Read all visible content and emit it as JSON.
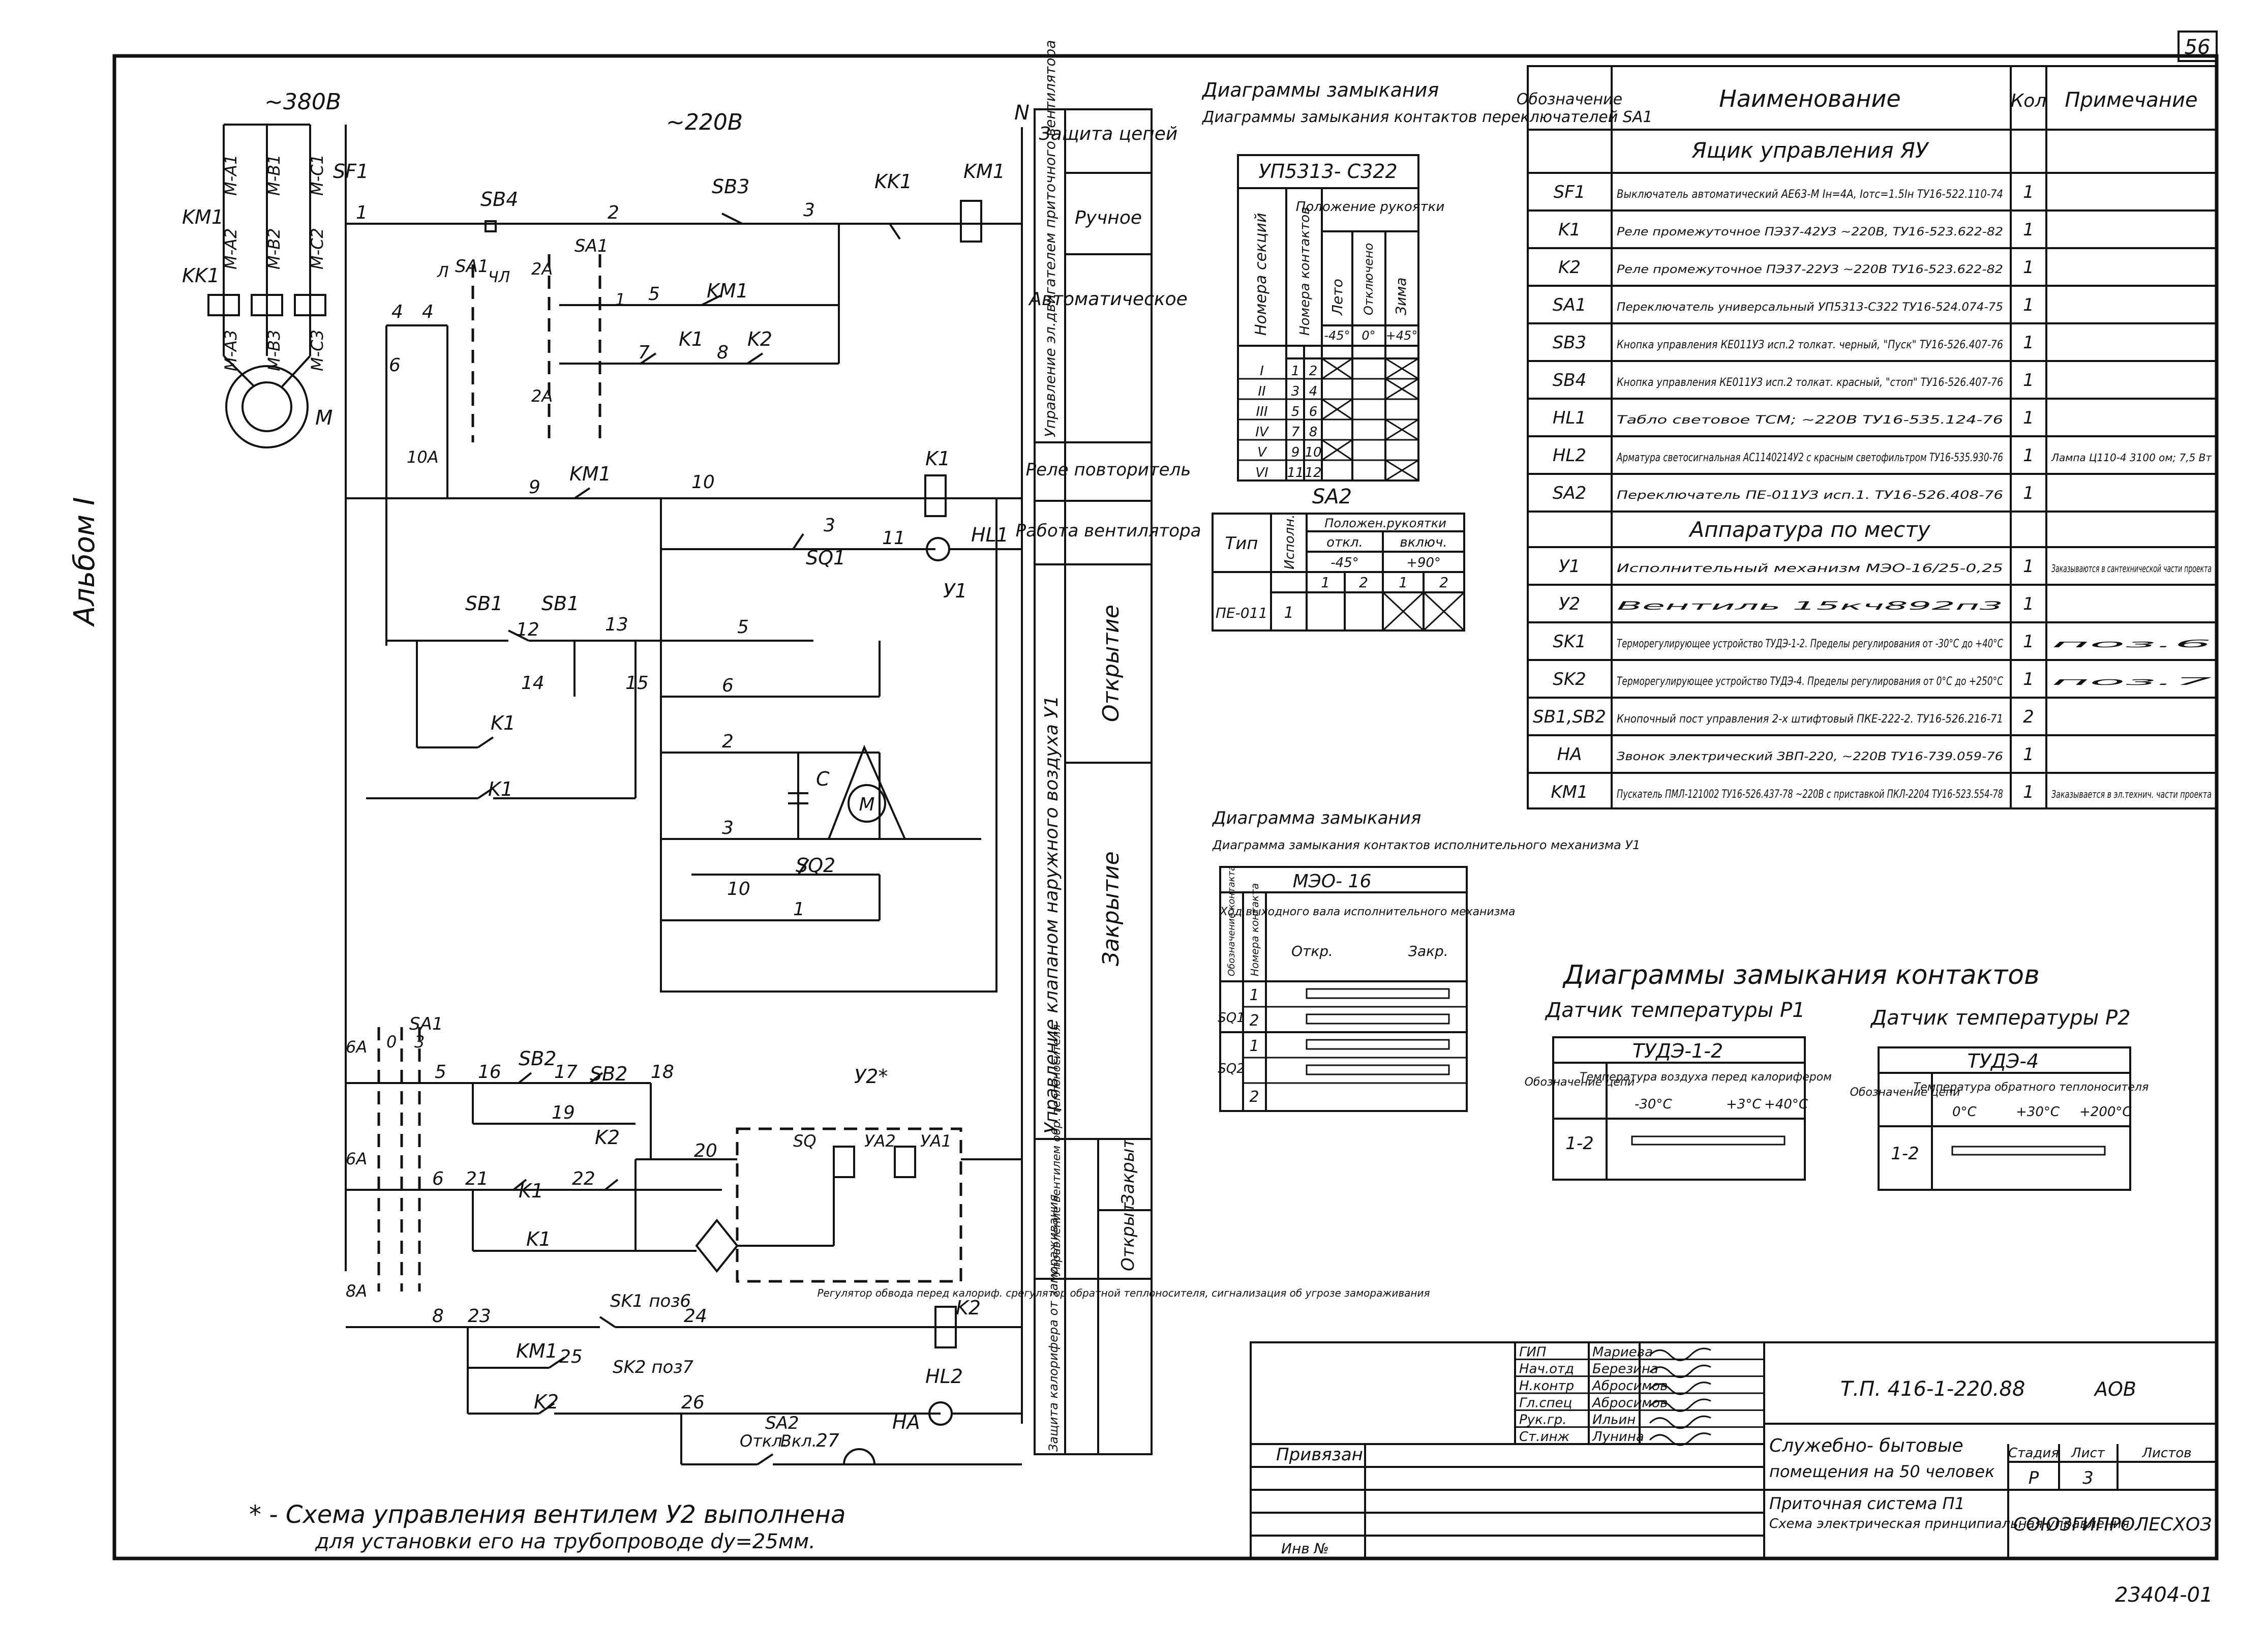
{
  "sheet": {
    "page_no": "56",
    "album": "Альбом I",
    "doc_code": "Т.П. 416-1-220.88",
    "section": "АОВ",
    "stamp_no": "23404-01",
    "footnote_1": "* - Схема управления вентилем У2 выполнена",
    "footnote_2": "для установки его на трубопроводе dу=25мм."
  },
  "schematic": {
    "supply_3ph": "~380В",
    "supply_1ph": "~220В",
    "neutral": "N",
    "motor": "M",
    "motor_small": "M",
    "labels": [
      "SF1",
      "KM1",
      "KK1",
      "SB4",
      "SB3",
      "KK1",
      "KM1",
      "SA1",
      "SA1",
      "KM1",
      "K1",
      "K2",
      "KM1",
      "K1",
      "SQ1",
      "HL1",
      "У1",
      "SB1",
      "SB1",
      "K1",
      "K1",
      "C",
      "SQ2",
      "SA1",
      "SB2",
      "SB2",
      "K2",
      "K1",
      "K1",
      "У2*",
      "SQ",
      "УА2",
      "УА1",
      "SK1 поз6",
      "K2",
      "KM1",
      "SK2 поз7",
      "K2",
      "HL2",
      "SA2",
      "Откл.",
      "Вкл.",
      "НА"
    ],
    "phase_terms": [
      "М-А1",
      "М-В1",
      "М-С1",
      "М-А2",
      "М-В2",
      "М-С2",
      "М-А3",
      "М-В3",
      "М-С3"
    ],
    "wire_numbers": [
      "1",
      "2",
      "3",
      "4",
      "4",
      "5",
      "6",
      "7",
      "8",
      "9",
      "10",
      "11",
      "12",
      "13",
      "14",
      "15",
      "6",
      "5",
      "2",
      "3",
      "10",
      "1",
      "5",
      "16",
      "17",
      "18",
      "19",
      "20",
      "21",
      "22",
      "6",
      "8",
      "23",
      "24",
      "25",
      "26",
      "27",
      "3",
      "2А",
      "10А",
      "6А",
      "6А",
      "8А",
      "Л",
      "ЧЛ",
      "2А",
      "1",
      "0",
      "3"
    ]
  },
  "function_column": {
    "sections": [
      "Защита цепей",
      "Ручное",
      "Автоматическое",
      "Реле повторитель",
      "Работа вентилятора",
      "Открытие",
      "Закрытие",
      "Закрыт",
      "Открыт",
      "Регулятор обвода перед калориф. срегулятор обратной теплоносителя, сигнализация об угрозе замораживания"
    ],
    "rotated": [
      "Управление эл.двигателем приточного вентилятора",
      "Управление клапаном наружного воздуха У1",
      "Управление вентилем обр. теплоносителя",
      "Защита калорифера от замораживания"
    ]
  },
  "sa1_diagram": {
    "title": "Диаграммы замыкания контактов переключателей SA1",
    "model": "УП5313- С322",
    "col_sections": "Номера секций",
    "col_contacts": "Номера контактов",
    "col_position": "Положение рукоятки",
    "positions": [
      "Лето",
      "Отключено",
      "Зима"
    ],
    "angles": [
      "-45°",
      "0°",
      "+45°"
    ],
    "rows": [
      {
        "sec": "I",
        "c1": "1",
        "c2": "2"
      },
      {
        "sec": "II",
        "c1": "3",
        "c2": "4"
      },
      {
        "sec": "III",
        "c1": "5",
        "c2": "6"
      },
      {
        "sec": "IV",
        "c1": "7",
        "c2": "8"
      },
      {
        "sec": "V",
        "c1": "9",
        "c2": "10"
      },
      {
        "sec": "VI",
        "c1": "11",
        "c2": "12"
      }
    ]
  },
  "sa2_diagram": {
    "title": "SA2",
    "col_type": "Тип",
    "col_exec": "Исполн.",
    "col_pos": "Положен.рукоятки",
    "off": "откл.",
    "on": "включ.",
    "a1": "-45°",
    "a2": "+90°",
    "row_type": "ПЕ-011",
    "row_exec": "1",
    "nums": [
      "1",
      "2",
      "1",
      "2"
    ]
  },
  "actuator_diagram": {
    "title": "Диаграмма замыкания контактов исполнительного механизма У1",
    "model": "МЭО- 16",
    "col_a": "Обозначение контакта",
    "col_b": "Номера контакта",
    "col_c": "Ход выходного вала исполнительного механизма",
    "open": "Откр.",
    "close": "Закр.",
    "rows": [
      {
        "dev": "SQ1",
        "n": "1"
      },
      {
        "dev": "",
        "n": "2"
      },
      {
        "dev": "SQ2",
        "n": "1"
      },
      {
        "dev": "",
        "n": "2"
      }
    ]
  },
  "sensor_diagrams": {
    "title": "Диаграммы замыкания контактов",
    "s1": {
      "caption": "Датчик температуры Р1",
      "model": "ТУДЭ-1-2",
      "col_a": "Обозначение цепи",
      "col_b": "Температура воздуха перед калорифером",
      "t": [
        "-30°С",
        "+3°С",
        "+40°С"
      ],
      "row": "1-2"
    },
    "s2": {
      "caption": "Датчик температуры Р2",
      "model": "ТУДЭ-4",
      "col_a": "Обозначение цепи",
      "col_b": "Температура обратного теплоносителя",
      "t": [
        "0°С",
        "+30°С",
        "+200°С"
      ],
      "row": "1-2"
    }
  },
  "parts_list": {
    "headers": {
      "ref": "Обозначение",
      "name": "Наименование",
      "qty": "Кол",
      "note": "Примечание"
    },
    "group1": "Ящик управления ЯУ",
    "group2": "Аппаратура по месту",
    "rows1": [
      {
        "ref": "SF1",
        "name": "Выключатель автоматический АЕ63-М Iн=4А, Iотс=1.5Iн ТУ16-522.110-74",
        "qty": "1",
        "note": ""
      },
      {
        "ref": "K1",
        "name": "Реле промежуточное ПЭ37-42УЗ ~220В, ТУ16-523.622-82",
        "qty": "1",
        "note": ""
      },
      {
        "ref": "K2",
        "name": "Реле промежуточное ПЭ37-22УЗ ~220В ТУ16-523.622-82",
        "qty": "1",
        "note": ""
      },
      {
        "ref": "SA1",
        "name": "Переключатель универсальный УП5313-С322 ТУ16-524.074-75",
        "qty": "1",
        "note": ""
      },
      {
        "ref": "SB3",
        "name": "Кнопка управления КЕ011УЗ исп.2 толкат. черный, \"Пуск\" ТУ16-526.407-76",
        "qty": "1",
        "note": ""
      },
      {
        "ref": "SB4",
        "name": "Кнопка управления КЕ011УЗ исп.2 толкат. красный, \"стоп\" ТУ16-526.407-76",
        "qty": "1",
        "note": ""
      },
      {
        "ref": "HL1",
        "name": "Табло световое ТСМ; ~220В ТУ16-535.124-76",
        "qty": "1",
        "note": ""
      },
      {
        "ref": "HL2",
        "name": "Арматура светосигнальная АС1140214У2 с красным светофильтром ТУ16-535.930-76",
        "qty": "1",
        "note": "Лампа Ц110-4 3100 ом; 7,5 Вт"
      },
      {
        "ref": "SA2",
        "name": "Переключатель ПЕ-011УЗ исп.1. ТУ16-526.408-76",
        "qty": "1",
        "note": ""
      }
    ],
    "rows2": [
      {
        "ref": "У1",
        "name": "Исполнительный механизм МЭО-16/25-0,25",
        "qty": "1",
        "note": "Заказываются в сантехнической части проекта"
      },
      {
        "ref": "У2",
        "name": "Вентиль 15кч892п3",
        "qty": "1",
        "note": ""
      },
      {
        "ref": "SK1",
        "name": "Терморегулирующее устройство ТУДЭ-1-2. Пределы регулирования от -30°С до +40°С",
        "qty": "1",
        "note": "поз.6"
      },
      {
        "ref": "SK2",
        "name": "Терморегулирующее устройство ТУДЭ-4. Пределы регулирования от 0°С до +250°С",
        "qty": "1",
        "note": "поз.7"
      },
      {
        "ref": "SB1,SB2",
        "name": "Кнопочный пост управления 2-х штифтовый ПКЕ-222-2. ТУ16-526.216-71",
        "qty": "2",
        "note": ""
      },
      {
        "ref": "НА",
        "name": "Звонок электрический ЗВП-220, ~220В ТУ16-739.059-76",
        "qty": "1",
        "note": ""
      },
      {
        "ref": "KM1",
        "name": "Пускатель ПМЛ-121002 ТУ16-526.437-78 ~220В с приставкой ПКЛ-2204 ТУ16-523.554-78",
        "qty": "1",
        "note": "Заказывается в эл.технич. части проекта"
      }
    ]
  },
  "title_block": {
    "roles": [
      "ГИП",
      "Нач.отд",
      "Н.контр",
      "Гл.спец",
      "Рук.гр.",
      "Ст.инж"
    ],
    "names": [
      "Мариева",
      "Березина",
      "Абросимов",
      "Абросимов",
      "Ильин",
      "Лунина"
    ],
    "bound": "Привязан",
    "inv": "Инв №",
    "object_1": "Служебно- бытовые",
    "object_2": "помещения на 50 человек",
    "sheet_desc_1": "Приточная система П1",
    "sheet_desc_2": "Схема электрическая принципиальная управления",
    "stage_h": "Стадия",
    "sheet_h": "Лист",
    "sheets_h": "Листов",
    "stage": "Р",
    "sheet": "3",
    "sheets": "",
    "org": "СОЮЗГИПРОЛЕСХОЗ"
  }
}
